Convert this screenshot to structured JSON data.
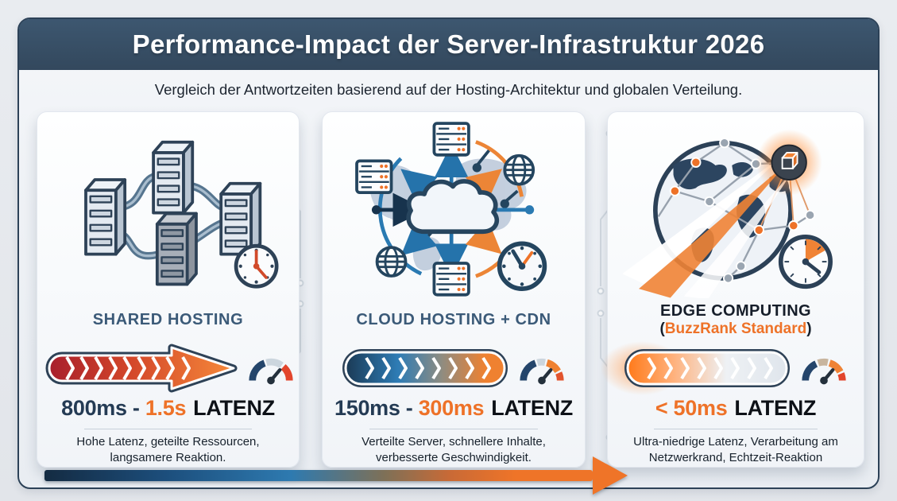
{
  "header": {
    "title": "Performance-Impact der Server-Infrastruktur 2026",
    "subtitle": "Vergleich der Antwortzeiten basierend auf der Hosting-Architektur und globalen Verteilung."
  },
  "colors": {
    "navy": "#2c4157",
    "header_bg": "#35495d",
    "steel_heading": "#3b5a78",
    "accent_orange": "#ee7228"
  },
  "panels": [
    {
      "title": "SHARED HOSTING",
      "latency": {
        "prefix": "800ms - ",
        "highlight": "1.5s",
        "label": "LATENZ"
      },
      "description": [
        "Hohe Latenz, geteilte Ressourcen,",
        "langsamere Reaktion."
      ],
      "bar_colors": [
        "#a81f2c",
        "#d4482a",
        "#f6893a"
      ],
      "icons": {
        "illustration": "server-cluster",
        "gauge": "speed-gauge-red"
      }
    },
    {
      "title": "CLOUD HOSTING + CDN",
      "latency": {
        "prefix": "150ms - ",
        "highlight": "300ms",
        "label": "LATENZ"
      },
      "description": [
        "Verteilte Server, schnellere Inhalte,",
        "verbesserte Geschwindigkeit."
      ],
      "bar_colors": [
        "#1b3a55",
        "#2e7cb5",
        "#8d8c82",
        "#ef8130"
      ],
      "icons": {
        "illustration": "cloud-cdn-globe",
        "gauge": "speed-gauge-orange"
      }
    },
    {
      "title": "EDGE COMPUTING",
      "subtitle": {
        "open": "(",
        "text": "BuzzRank Standard",
        "close": ")"
      },
      "latency": {
        "prefix": "",
        "highlight": "< 50ms",
        "label": "LATENZ"
      },
      "description": [
        "Ultra-niedrige Latenz, Verarbeitung am",
        "Netzwerkrand, Echtzeit-Reaktion"
      ],
      "bar_colors": [
        "#ff7a1a",
        "#ffb07a",
        "#eef1f4",
        "#dfe5ec"
      ],
      "icons": {
        "illustration": "edge-globe-network",
        "gauge": "speed-gauge-fast"
      }
    }
  ]
}
